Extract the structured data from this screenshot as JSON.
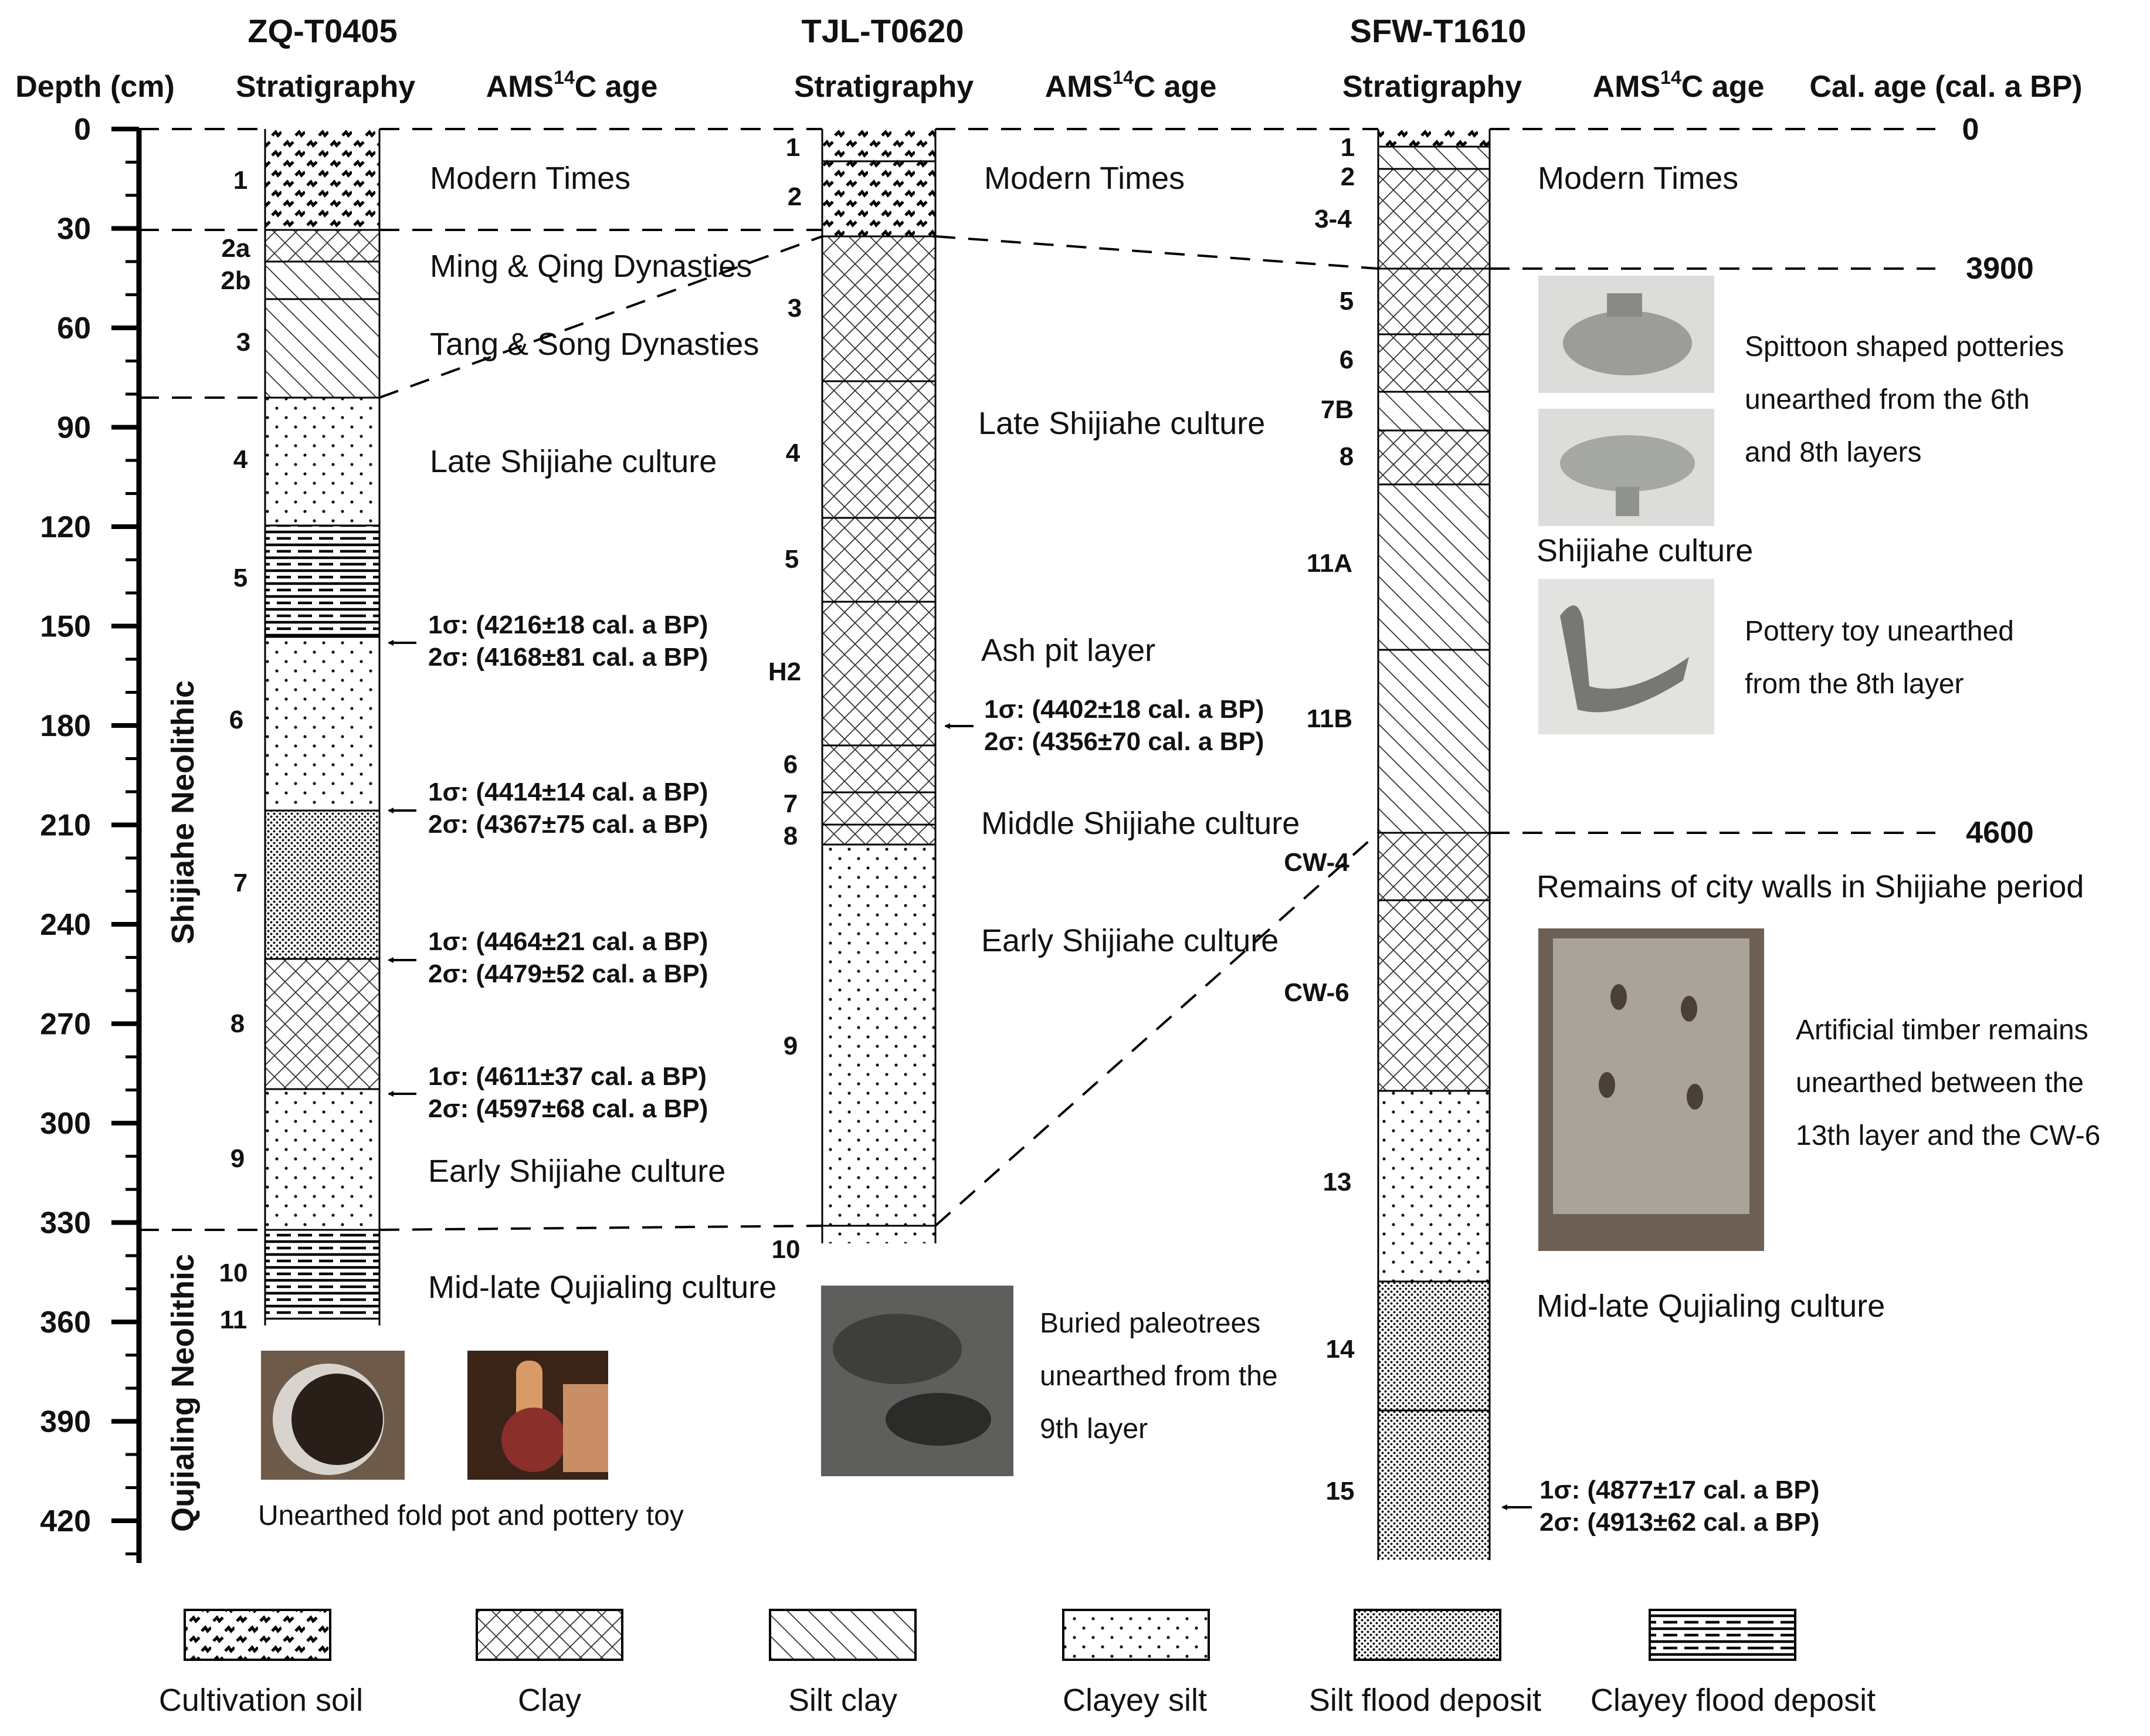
{
  "profiles": [
    {
      "title": "ZQ-T0405",
      "stratigraphy_label": "Stratigraphy",
      "ams_label": "AMS",
      "ams_super": "14",
      "ams_tail": "C age"
    },
    {
      "title": "TJL-T0620",
      "stratigraphy_label": "Stratigraphy",
      "ams_label": "AMS",
      "ams_super": "14",
      "ams_tail": "C age"
    },
    {
      "title": "SFW-T1610",
      "stratigraphy_label": "Stratigraphy",
      "ams_label": "AMS",
      "ams_super": "14",
      "ams_tail": "C age"
    }
  ],
  "depth_label": "Depth (cm)",
  "cal_age_label": "Cal. age (cal. a BP)",
  "depth_ticks": [
    "0",
    "30",
    "60",
    "90",
    "120",
    "150",
    "180",
    "210",
    "240",
    "270",
    "300",
    "330",
    "360",
    "390",
    "420"
  ],
  "cal_ages": [
    "0",
    "3900",
    "4600"
  ],
  "culture_groups": [
    "Shijiahe Neolithic",
    "Qujialing Neolithic"
  ],
  "col1": {
    "layers": [
      "1",
      "2a",
      "2b",
      "3",
      "4",
      "5",
      "6",
      "7",
      "8",
      "9",
      "10",
      "11"
    ],
    "periods": [
      "Modern Times",
      "Ming & Qing Dynasties",
      "Tang & Song Dynasties",
      "Late Shijiahe culture",
      "Early Shijiahe culture",
      "Mid-late Qujialing culture"
    ],
    "ages": [
      {
        "s1": "1σ: (4216±18 cal. a BP)",
        "s2": "2σ: (4168±81 cal. a BP)"
      },
      {
        "s1": "1σ: (4414±14 cal. a BP)",
        "s2": "2σ: (4367±75 cal. a BP)"
      },
      {
        "s1": "1σ: (4464±21 cal. a BP)",
        "s2": "2σ: (4479±52 cal. a BP)"
      },
      {
        "s1": "1σ: (4611±37 cal. a BP)",
        "s2": "2σ: (4597±68 cal. a BP)"
      }
    ],
    "caption": "Unearthed fold pot and pottery toy"
  },
  "col2": {
    "layers": [
      "1",
      "2",
      "3",
      "4",
      "5",
      "H2",
      "6",
      "7",
      "8",
      "9",
      "10"
    ],
    "periods": [
      "Modern Times",
      "Late Shijiahe culture",
      "Ash pit layer",
      "Middle Shijiahe culture",
      "Early Shijiahe culture"
    ],
    "age": {
      "s1": "1σ: (4402±18 cal. a BP)",
      "s2": "2σ: (4356±70 cal. a BP)"
    },
    "caption": [
      "Buried paleotrees",
      "unearthed from the",
      "9th layer"
    ]
  },
  "col3": {
    "layers": [
      "1",
      "2",
      "3-4",
      "5",
      "6",
      "7B",
      "8",
      "11A",
      "11B",
      "CW-4",
      "CW-6",
      "13",
      "14",
      "15"
    ],
    "periods": [
      "Modern Times",
      "Shijiahe culture",
      "Remains of city walls in Shijiahe period",
      "Mid-late Qujialing culture"
    ],
    "age": {
      "s1": "1σ: (4877±17 cal. a BP)",
      "s2": "2σ: (4913±62 cal. a BP)"
    },
    "caption1": [
      "Spittoon shaped potteries",
      "unearthed from the 6th",
      "and 8th layers"
    ],
    "caption2": [
      "Pottery toy unearthed",
      "from the 8th layer"
    ],
    "caption3": [
      "Artificial timber remains",
      "unearthed between the",
      "13th layer and the CW-6"
    ]
  },
  "legend": [
    "Cultivation soil",
    "Clay",
    "Silt clay",
    "Clayey silt",
    "Silt flood deposit",
    "Clayey flood deposit"
  ]
}
